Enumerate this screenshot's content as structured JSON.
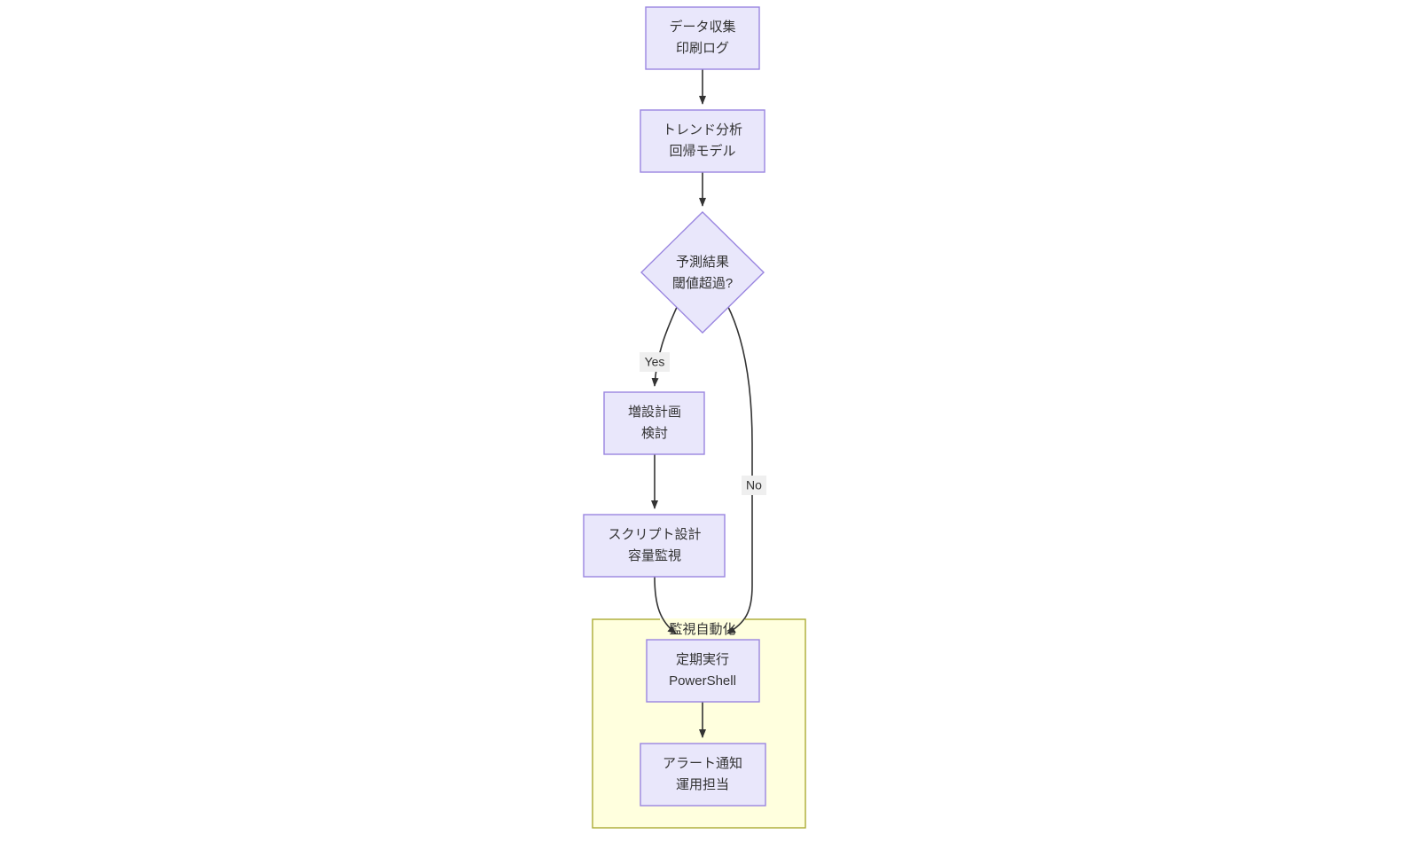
{
  "diagram": {
    "type": "flowchart",
    "direction": "top-down",
    "background": "#ffffff",
    "node_fill": "#e9e7fb",
    "node_stroke": "#9a86e0",
    "node_text_color": "#333333",
    "edge_color": "#333333",
    "cluster_fill": "#ffffde",
    "cluster_stroke": "#aaaa33",
    "edge_label_bg": "#efefef"
  },
  "nodes": [
    {
      "id": "collect",
      "shape": "rect",
      "line1": "データ収集",
      "line2": "印刷ログ"
    },
    {
      "id": "trend",
      "shape": "rect",
      "line1": "トレンド分析",
      "line2": "回帰モデル"
    },
    {
      "id": "decision",
      "shape": "diamond",
      "line1": "予測結果",
      "line2": "閾値超過?"
    },
    {
      "id": "expand",
      "shape": "rect",
      "line1": "増設計画",
      "line2": "検討"
    },
    {
      "id": "script",
      "shape": "rect",
      "line1": "スクリプト設計",
      "line2": "容量監視"
    },
    {
      "id": "schedule",
      "shape": "rect",
      "line1": "定期実行",
      "line2": "PowerShell"
    },
    {
      "id": "alert",
      "shape": "rect",
      "line1": "アラート通知",
      "line2": "運用担当"
    }
  ],
  "clusters": [
    {
      "id": "automation",
      "label": "監視自動化",
      "members": [
        "schedule",
        "alert"
      ]
    }
  ],
  "edges": [
    {
      "from": "collect",
      "to": "trend",
      "label": ""
    },
    {
      "from": "trend",
      "to": "decision",
      "label": ""
    },
    {
      "from": "decision",
      "to": "expand",
      "label": "Yes"
    },
    {
      "from": "decision",
      "to": "schedule",
      "label": "No"
    },
    {
      "from": "expand",
      "to": "script",
      "label": ""
    },
    {
      "from": "script",
      "to": "schedule",
      "label": ""
    },
    {
      "from": "schedule",
      "to": "alert",
      "label": ""
    }
  ]
}
